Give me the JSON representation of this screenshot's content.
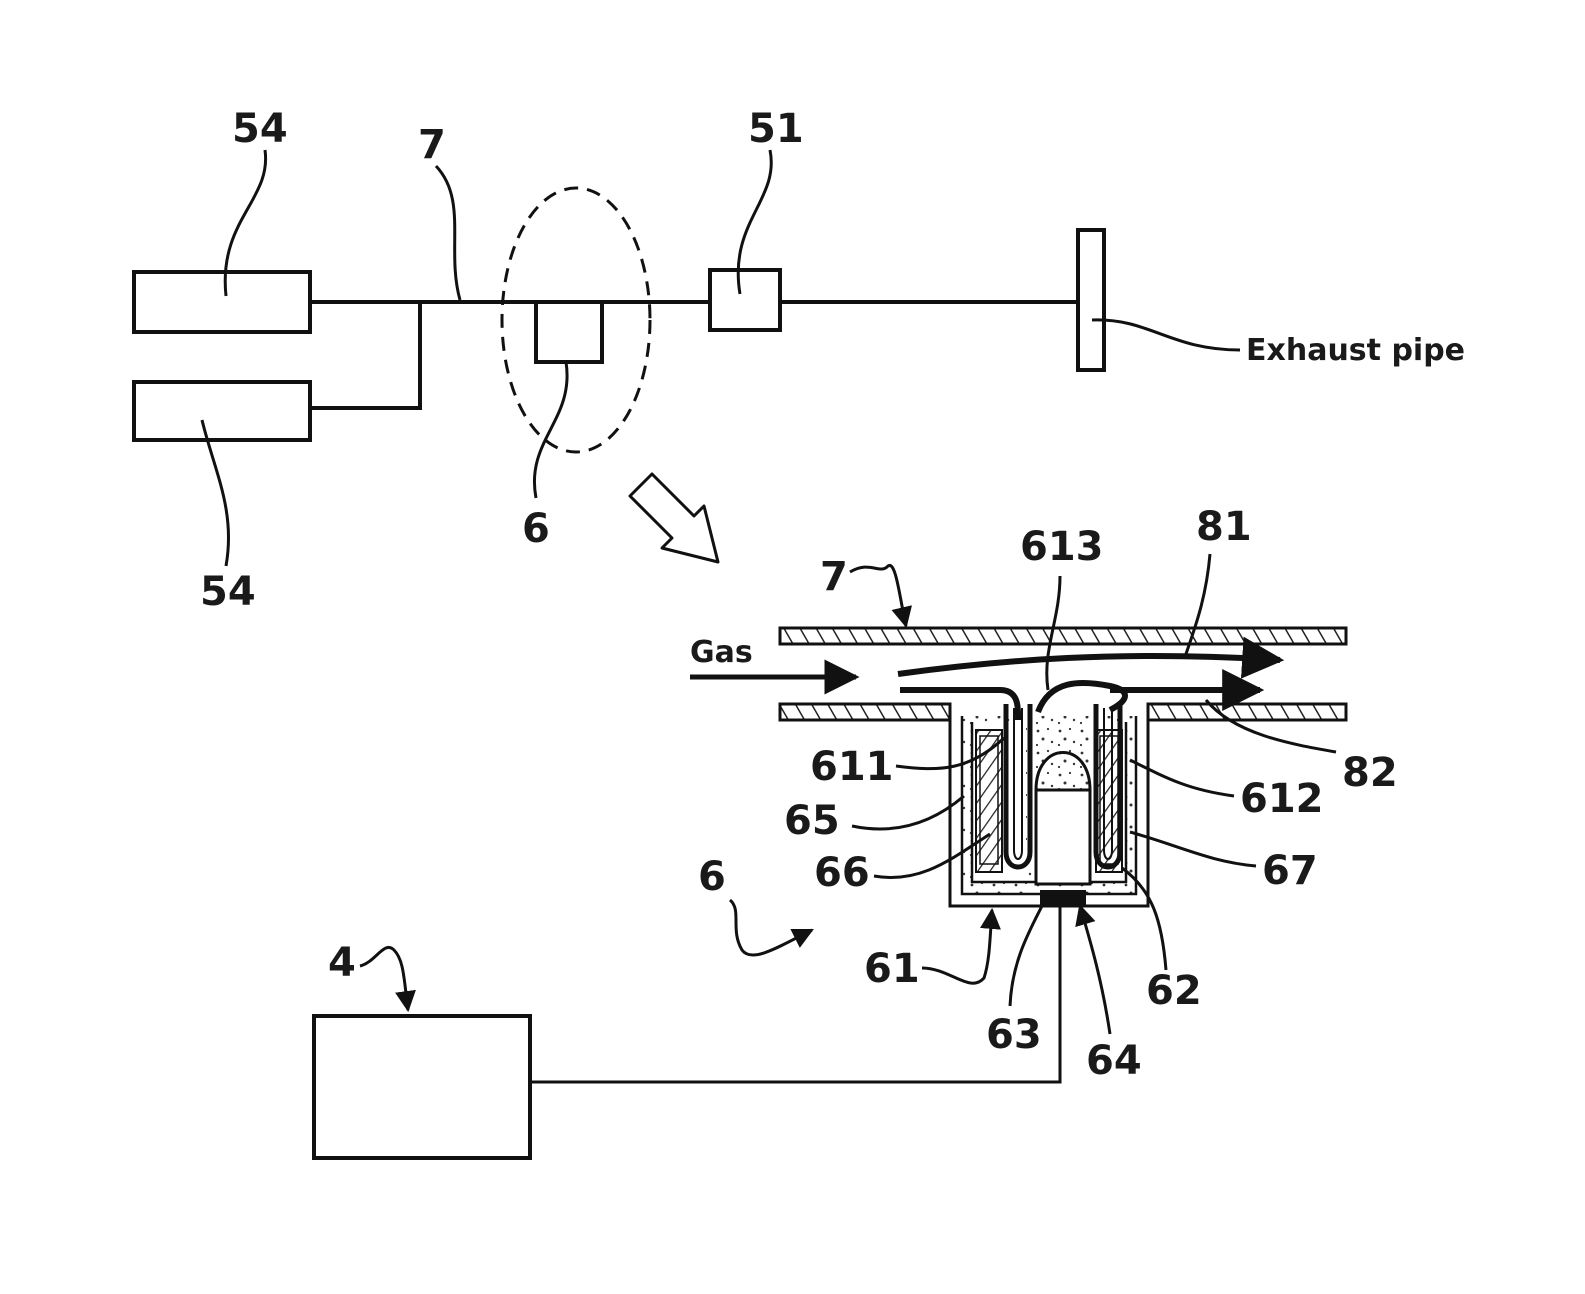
{
  "labels": {
    "box_54_top": "54",
    "box_54_bottom": "54",
    "pipe_7_top": "7",
    "box_51": "51",
    "sensor_6_top": "6",
    "exhaust_pipe": "Exhaust pipe",
    "gas": "Gas",
    "pipe_7_detail": "7",
    "tube_613": "613",
    "arrow_81": "81",
    "arrow_82": "82",
    "tube_611": "611",
    "tube_612": "612",
    "layer_65": "65",
    "layer_66": "66",
    "layer_67": "67",
    "sensor_6_detail": "6",
    "housing_61": "61",
    "part_62": "62",
    "part_63": "63",
    "part_64": "64",
    "controller_4": "4"
  }
}
